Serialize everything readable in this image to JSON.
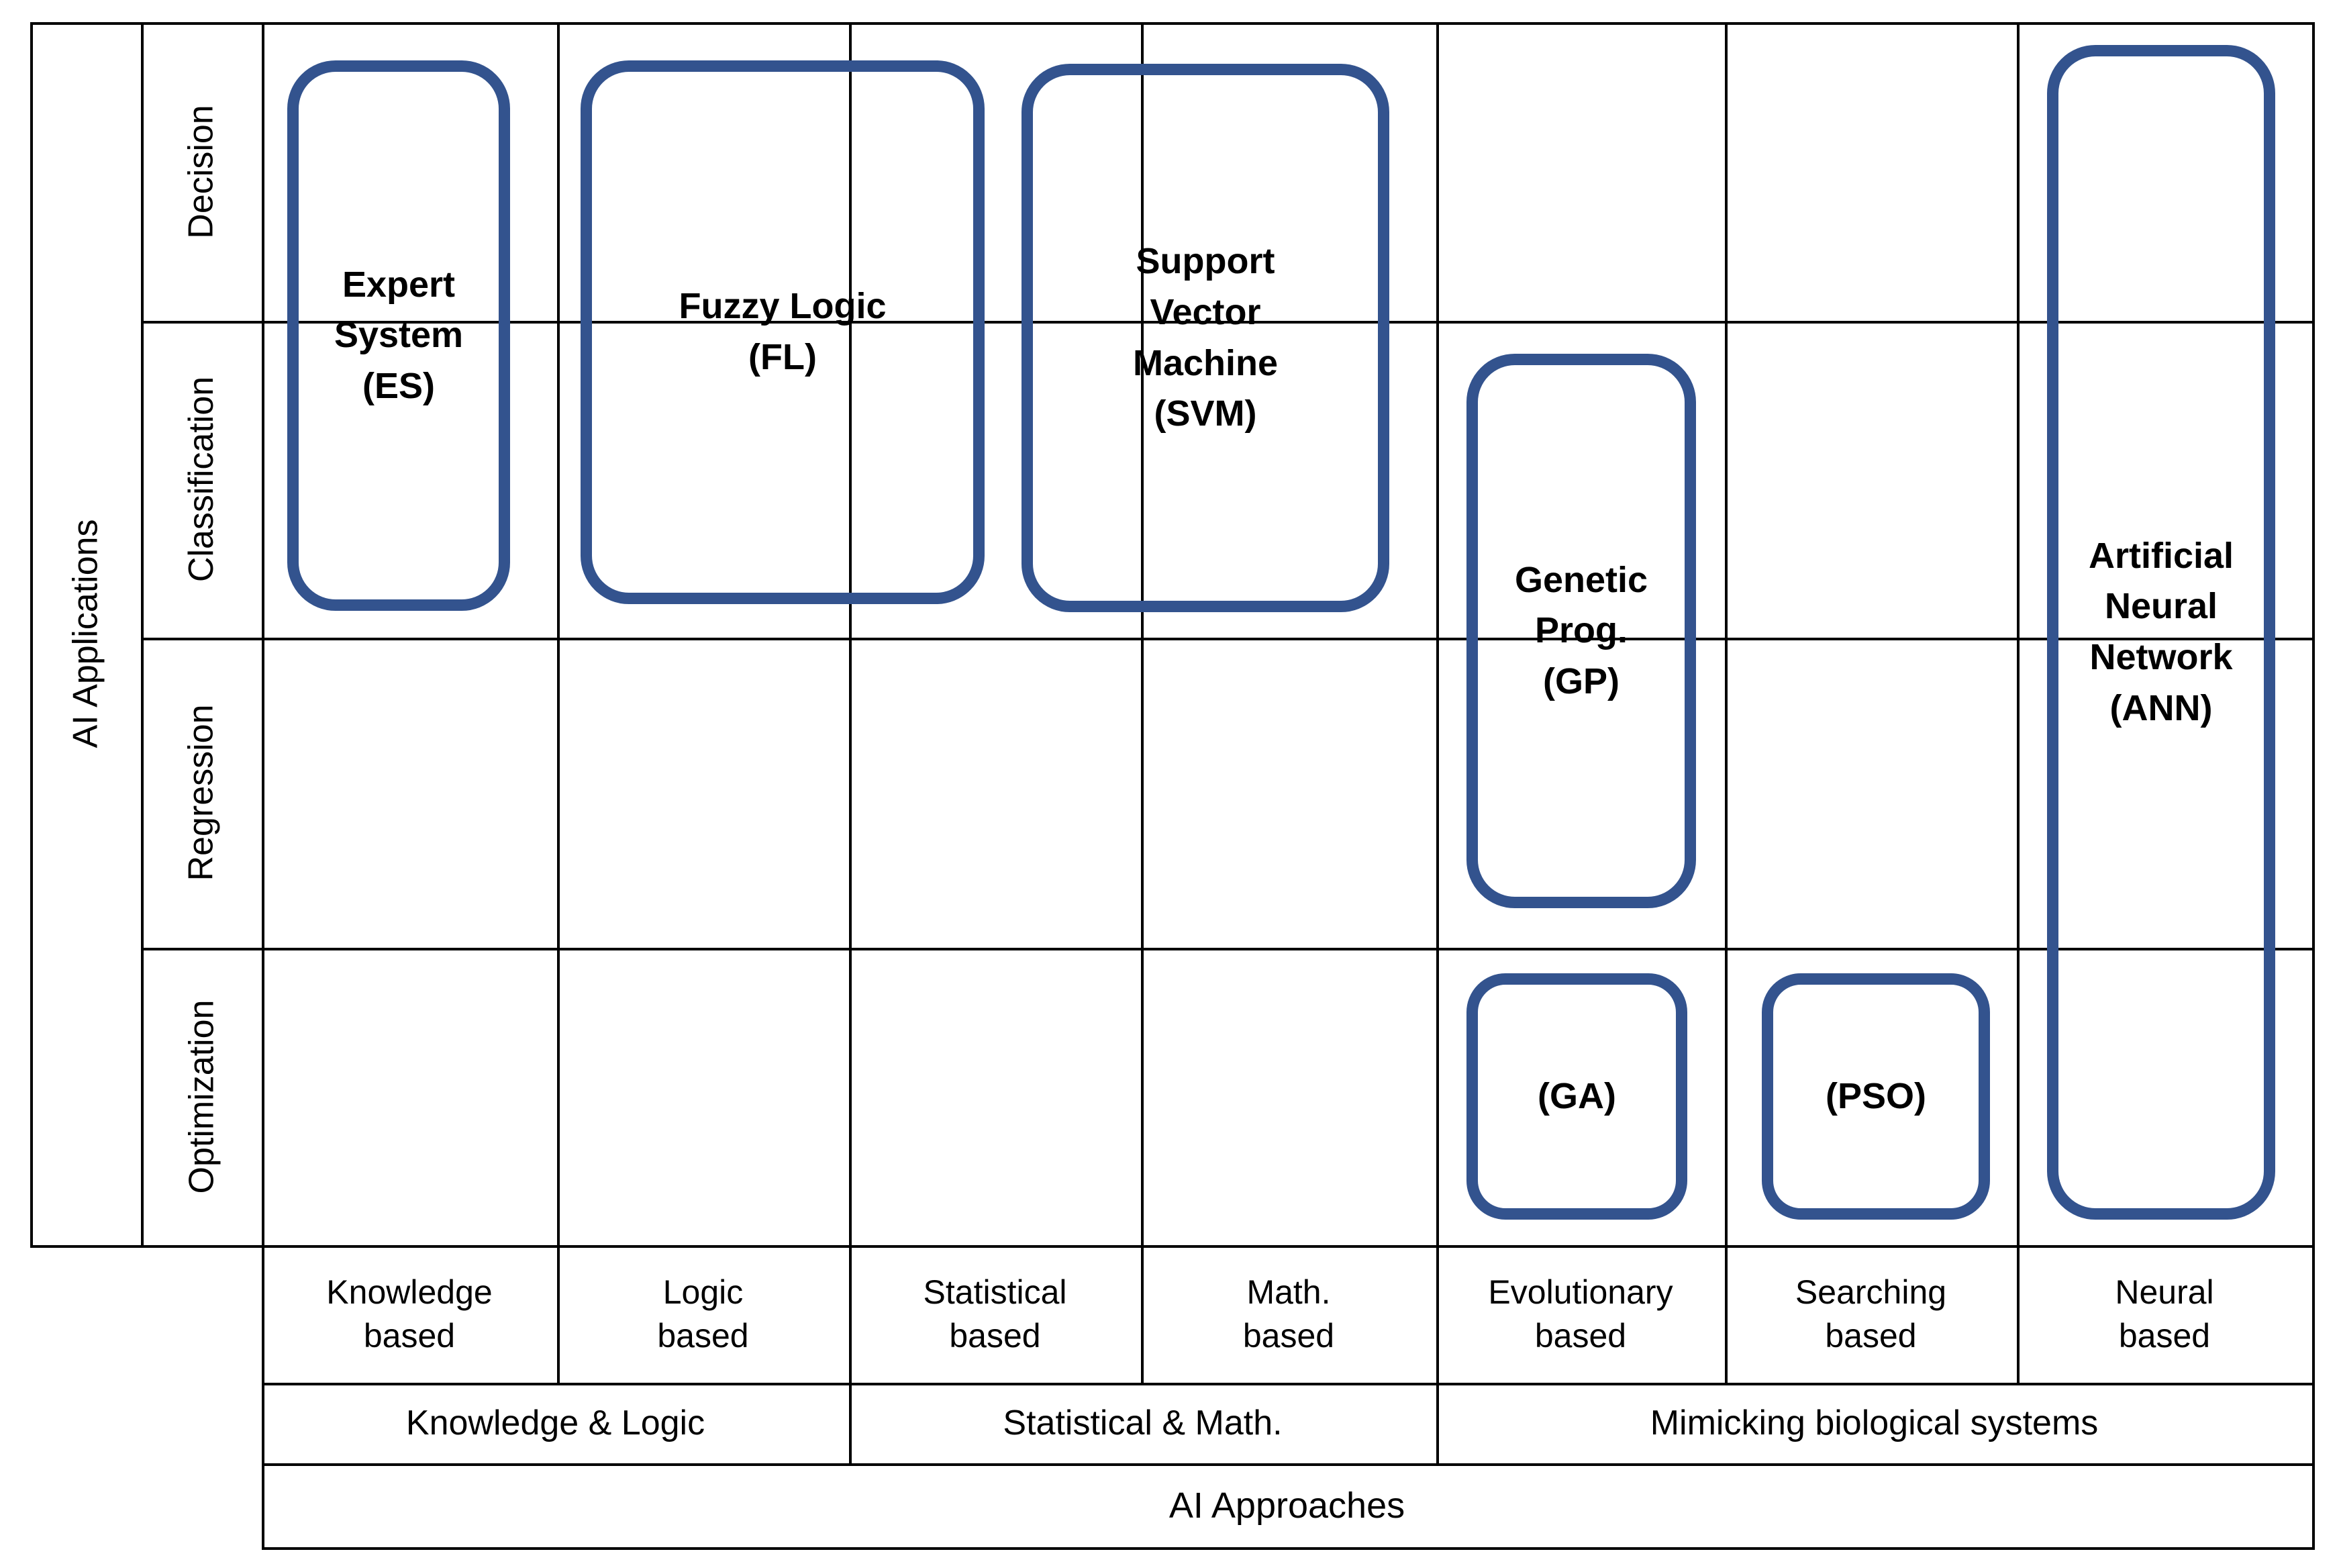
{
  "figure_title": "AI Approaches vs AI Applications matrix",
  "colors": {
    "box_border": "#33538E",
    "grid_line": "#000000",
    "text": "#000000",
    "background": "#FFFFFF"
  },
  "left_header": {
    "label": "AI Applications"
  },
  "applications": [
    {
      "label": "Decision"
    },
    {
      "label": "Classification"
    },
    {
      "label": "Regression"
    },
    {
      "label": "Optimization"
    }
  ],
  "approach_columns": [
    {
      "label": "Knowledge\nbased"
    },
    {
      "label": "Logic\nbased"
    },
    {
      "label": "Statistical\nbased"
    },
    {
      "label": "Math.\nbased"
    },
    {
      "label": "Evolutionary\nbased"
    },
    {
      "label": "Searching\nbased"
    },
    {
      "label": "Neural\nbased"
    }
  ],
  "groups": [
    {
      "label": "Knowledge & Logic"
    },
    {
      "label": "Statistical & Math."
    },
    {
      "label": "Mimicking biological systems"
    }
  ],
  "footer": {
    "label": "AI Approaches"
  },
  "boxes": [
    {
      "id": "es",
      "label": "Expert\nSystem\n(ES)",
      "applications": [
        "Decision",
        "Classification"
      ],
      "approaches": [
        "Knowledge based"
      ]
    },
    {
      "id": "fl",
      "label": "Fuzzy Logic\n(FL)",
      "applications": [
        "Decision",
        "Classification"
      ],
      "approaches": [
        "Logic based",
        "Statistical based"
      ]
    },
    {
      "id": "svm",
      "label": "Support\nVector\nMachine\n(SVM)",
      "applications": [
        "Decision",
        "Classification"
      ],
      "approaches": [
        "Statistical based",
        "Math. based"
      ]
    },
    {
      "id": "gp",
      "label": "Genetic\nProg.\n(GP)",
      "applications": [
        "Classification",
        "Regression"
      ],
      "approaches": [
        "Evolutionary based"
      ]
    },
    {
      "id": "ga",
      "label": "(GA)",
      "applications": [
        "Optimization"
      ],
      "approaches": [
        "Evolutionary based"
      ]
    },
    {
      "id": "pso",
      "label": "(PSO)",
      "applications": [
        "Optimization"
      ],
      "approaches": [
        "Searching based"
      ]
    },
    {
      "id": "ann",
      "label": "Artificial\nNeural\nNetwork\n(ANN)",
      "applications": [
        "Decision",
        "Classification",
        "Regression",
        "Optimization"
      ],
      "approaches": [
        "Neural based"
      ]
    }
  ]
}
